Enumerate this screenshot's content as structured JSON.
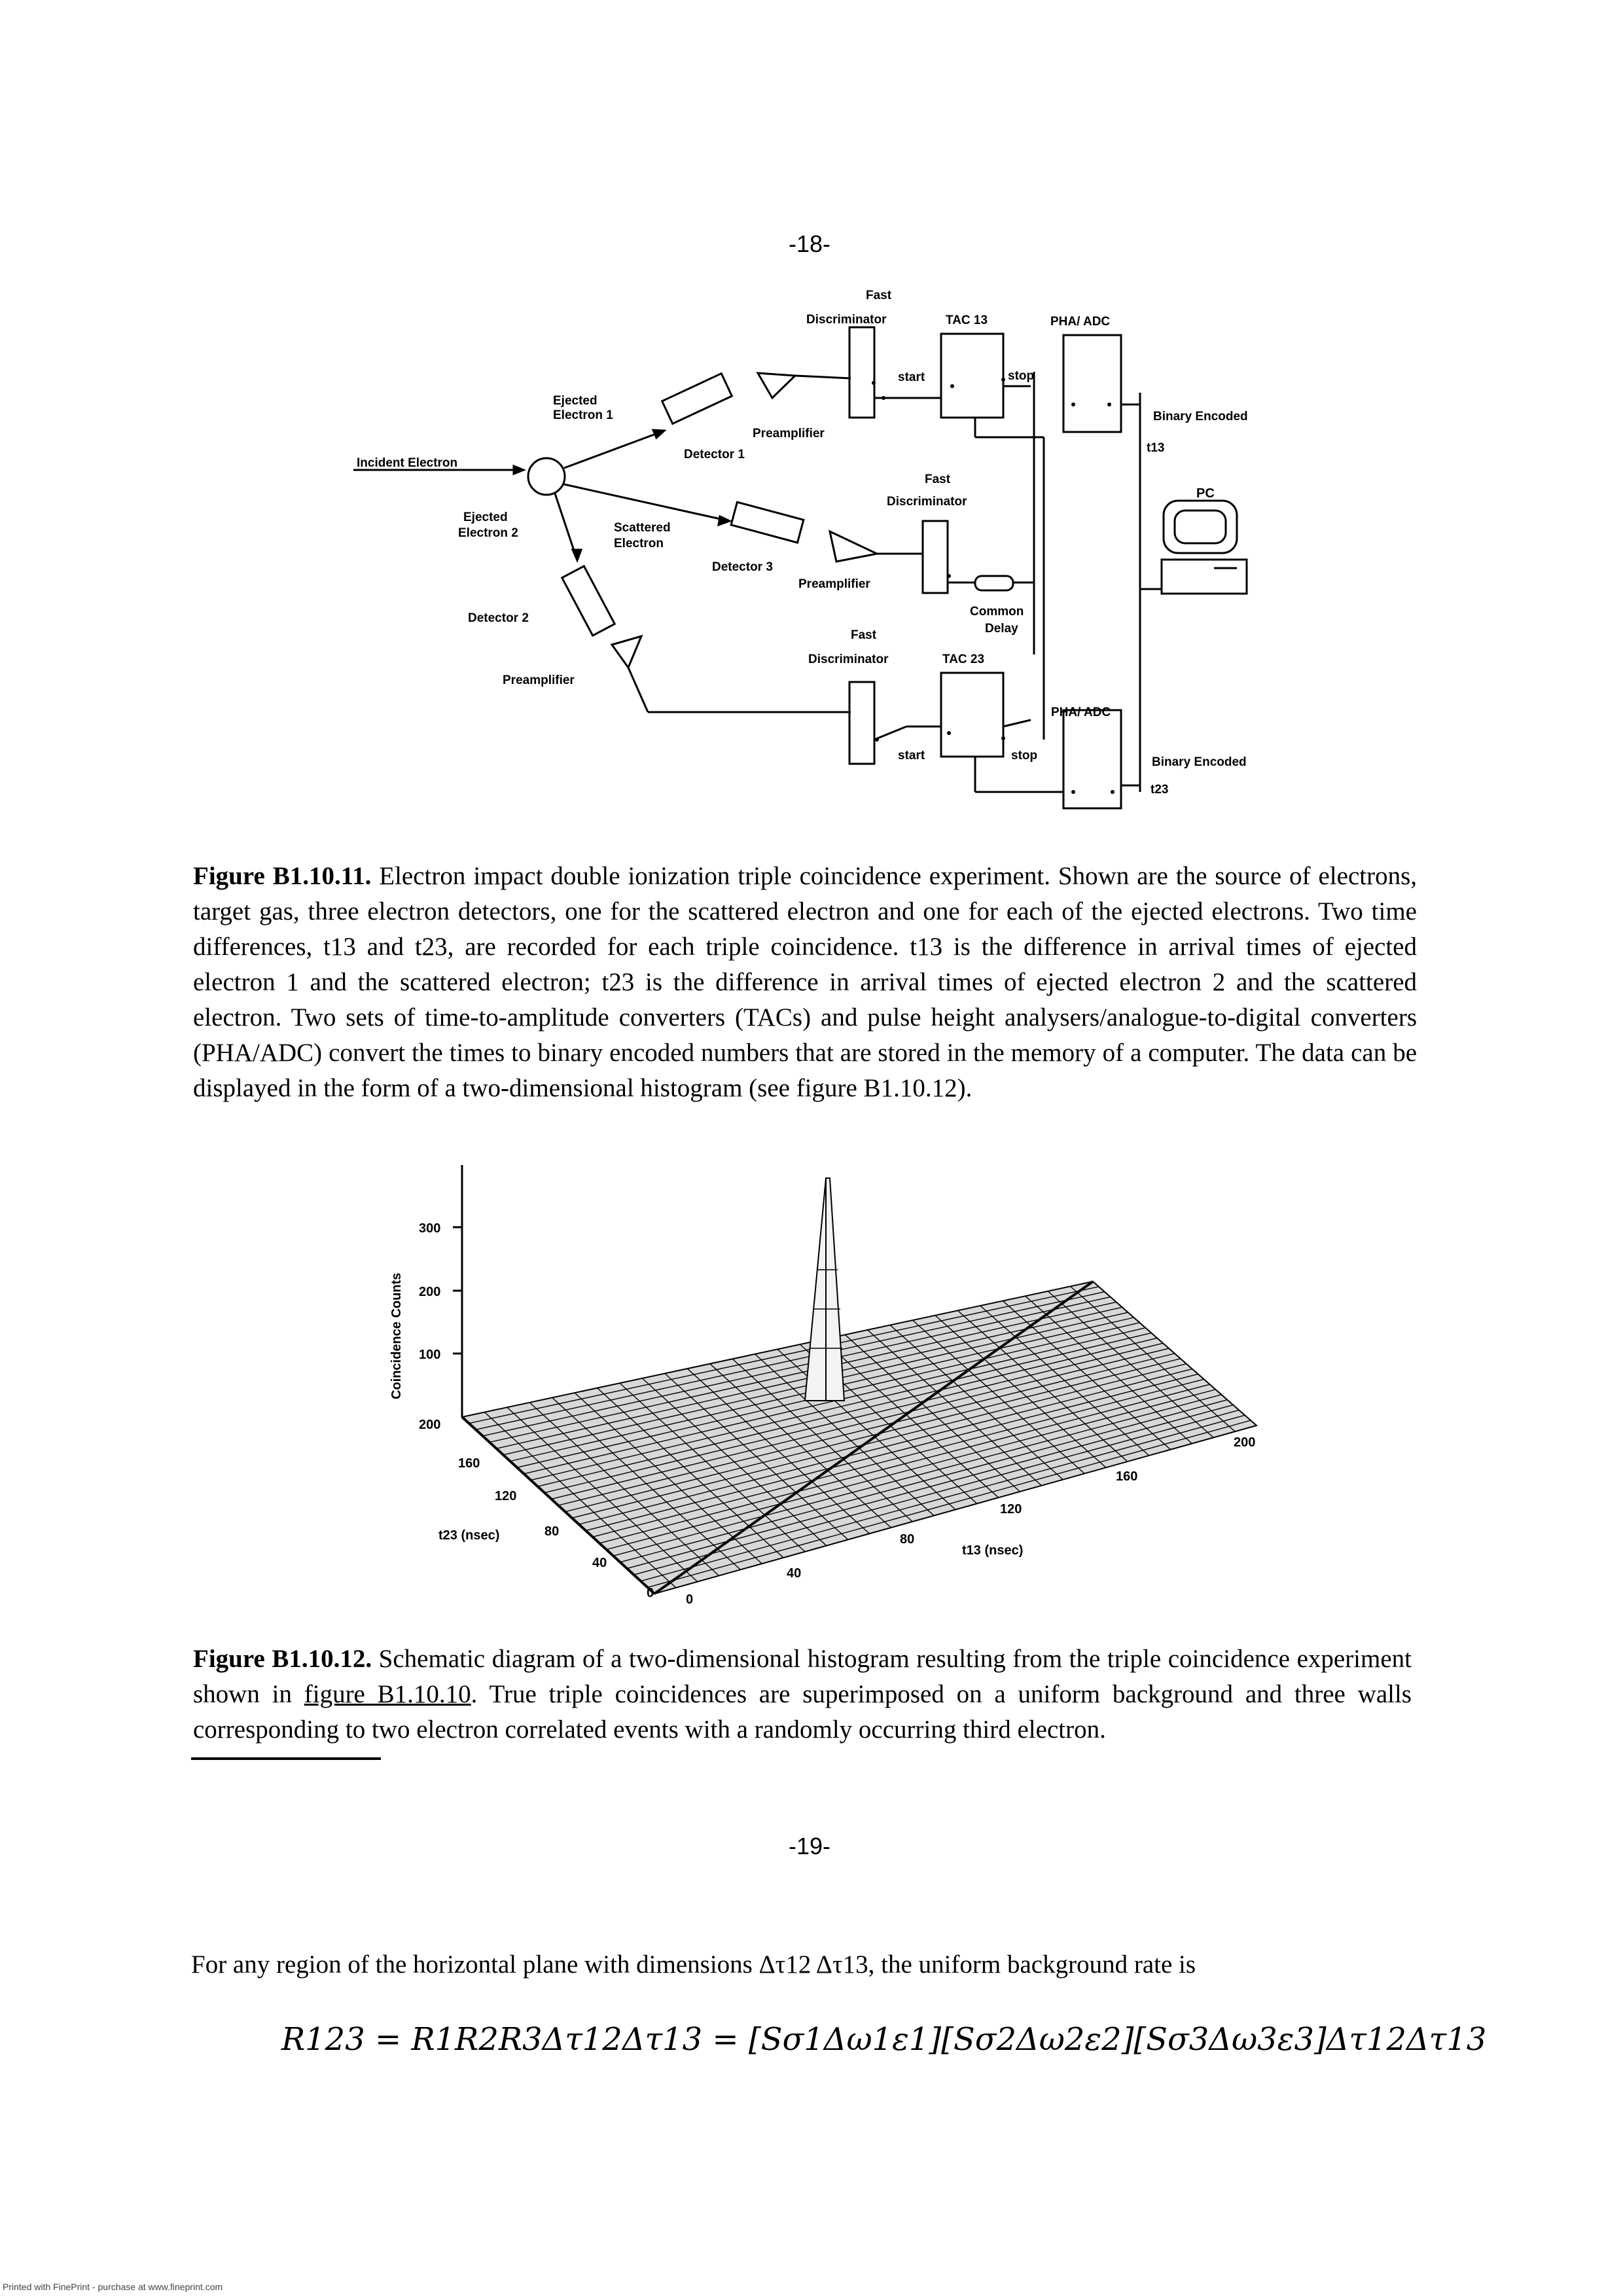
{
  "page_top": {
    "number": "-18-"
  },
  "figure1": {
    "labels": {
      "incident": "Incident Electron",
      "ejected1": [
        "Ejected",
        "Electron 1"
      ],
      "ejected2": [
        "Ejected",
        "Electron 2"
      ],
      "scattered": [
        "Scattered",
        "Electron"
      ],
      "detector1": "Detector 1",
      "detector2": "Detector 2",
      "detector3": "Detector 3",
      "preamp1": "Preamplifier",
      "preamp2": "Preamplifier",
      "preamp3": "Preamplifier",
      "fastdisc1": [
        "Fast",
        "Discriminator"
      ],
      "fastdisc2": [
        "Fast",
        "Discriminator"
      ],
      "fastdisc3": [
        "Fast",
        "Discriminator"
      ],
      "tac13": "TAC 13",
      "tac23": "TAC 23",
      "phaadc1": "PHA/ ADC",
      "phaadc2": "PHA/ ADC",
      "start1": "start",
      "stop1": "stop",
      "start2": "start",
      "stop2": "stop",
      "delay": [
        "Common",
        "Delay"
      ],
      "pc": "PC",
      "binary1": "Binary Encoded",
      "t13": "t13",
      "binary2": "Binary Encoded",
      "t23": "t23"
    },
    "caption_label": "Figure B1.10.11.",
    "caption_text": " Electron impact double ionization triple coincidence experiment. Shown are the source of electrons, target gas, three electron detectors, one for the scattered electron and one for each of the ejected electrons. Two time differences, t13 and t23, are recorded for each triple coincidence. t13 is the difference in arrival times of ejected electron 1 and the scattered electron; t23 is the difference in arrival times of ejected electron 2 and the scattered electron. Two sets of time-to-amplitude converters (TACs) and pulse height analysers/analogue-to-digital converters (PHA/ADC) convert the times to binary encoded numbers that are stored in the memory of a computer. The data can be displayed in the form of a two-dimensional histogram (see figure B1.10.12)."
  },
  "figure2": {
    "z_axis_label": "Coincidence Counts",
    "z_ticks": [
      "300",
      "200",
      "100"
    ],
    "t23_label": "t23 (nsec)",
    "t23_ticks": [
      "200",
      "160",
      "120",
      "80",
      "40",
      "0"
    ],
    "t13_label": "t13 (nsec)",
    "t13_ticks": [
      "0",
      "40",
      "80",
      "120",
      "160",
      "200"
    ],
    "caption_label": "Figure B1.10.12.",
    "caption_text_1": " Schematic diagram of a two-dimensional histogram resulting from the triple coincidence experiment shown in ",
    "caption_link": "figure B1.10.10",
    "caption_text_2": ". True triple coincidences are superimposed on a uniform background and three walls corresponding to two electron correlated events with a randomly occurring third electron."
  },
  "page_bottom": {
    "number": "-19-"
  },
  "body_text": "For any region of the horizontal plane with dimensions Δτ12 Δτ13, the uniform background rate is",
  "equation": "R123 = R1R2R3Δτ12Δτ13 = [Sσ1Δω1ε1][Sσ2Δω2ε2][Sσ3Δω3ε3]Δτ12Δτ13",
  "footer": "Printed with FinePrint - purchase at www.fineprint.com"
}
